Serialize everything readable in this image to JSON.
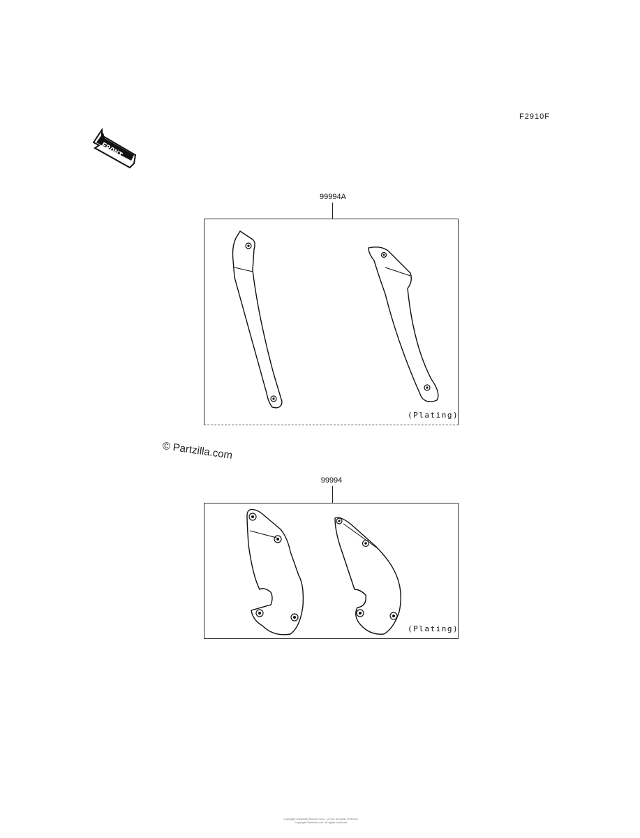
{
  "figure_code": "F2910F",
  "front_label": "FRONT",
  "watermark": "© Partzilla.com",
  "groups": [
    {
      "part_number": "99994A",
      "note": "(Plating)"
    },
    {
      "part_number": "99994",
      "note": "(Plating)"
    }
  ],
  "footer": {
    "line1": "Copyright Kawasaki Motors Corp., U.S.A. All rights reserved.",
    "line2": "Copyright Partzilla.com, all rights reserved."
  }
}
